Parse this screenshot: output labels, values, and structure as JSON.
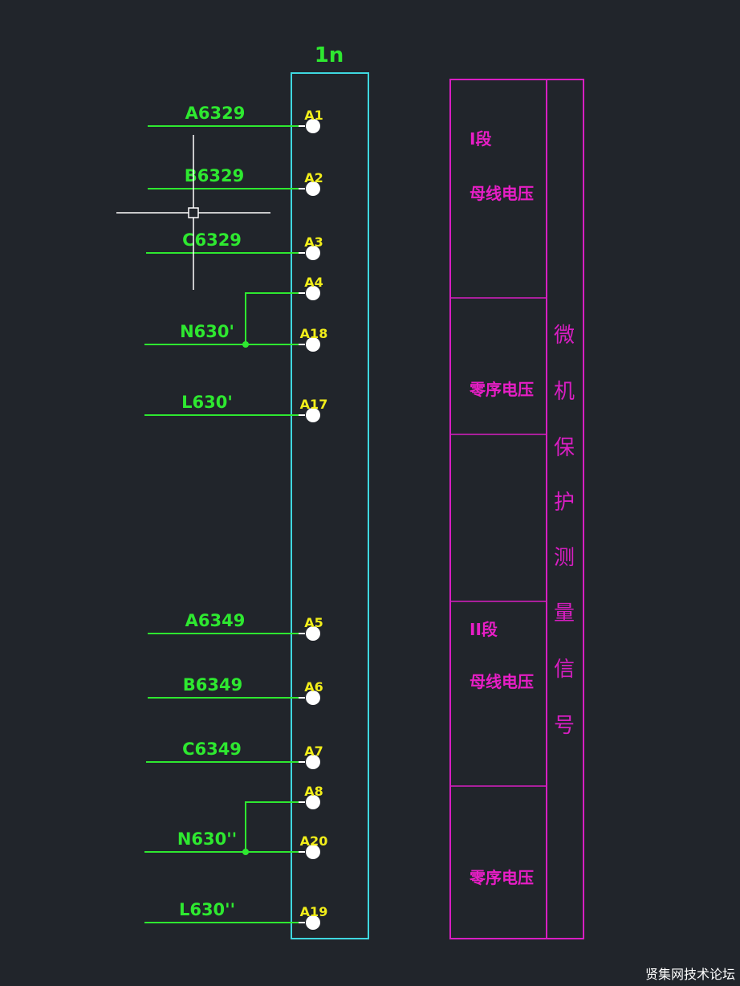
{
  "strip": {
    "title": "1n"
  },
  "terminals": [
    {
      "terminal": "A1",
      "wire": "A6329"
    },
    {
      "terminal": "A2",
      "wire": "B6329"
    },
    {
      "terminal": "A3",
      "wire": "C6329"
    },
    {
      "terminal": "A4",
      "wire": ""
    },
    {
      "terminal": "A18",
      "wire": "N630'"
    },
    {
      "terminal": "A17",
      "wire": "L630'"
    },
    {
      "terminal": "A5",
      "wire": "A6349"
    },
    {
      "terminal": "A6",
      "wire": "B6349"
    },
    {
      "terminal": "A7",
      "wire": "C6349"
    },
    {
      "terminal": "A8",
      "wire": ""
    },
    {
      "terminal": "A20",
      "wire": "N630''"
    },
    {
      "terminal": "A19",
      "wire": "L630''"
    }
  ],
  "legend": {
    "sections": [
      {
        "line1": "I段",
        "line2": "母线电压"
      },
      {
        "line1": "零序电压",
        "line2": ""
      },
      {
        "line1": "",
        "line2": ""
      },
      {
        "line1": "II段",
        "line2": "母线电压"
      },
      {
        "line1": "零序电压",
        "line2": ""
      }
    ],
    "vertical_title": [
      "微",
      "机",
      "保",
      "护",
      "测",
      "量",
      "信",
      "号"
    ]
  },
  "colors": {
    "background": "#21252b",
    "wire": "#2ee830",
    "strip_border": "#3fd8e0",
    "terminal_label": "#f2ee1a",
    "legend_border": "#d81ec2",
    "crosshair": "#ffffff"
  },
  "watermark": "贤集网技术论坛"
}
